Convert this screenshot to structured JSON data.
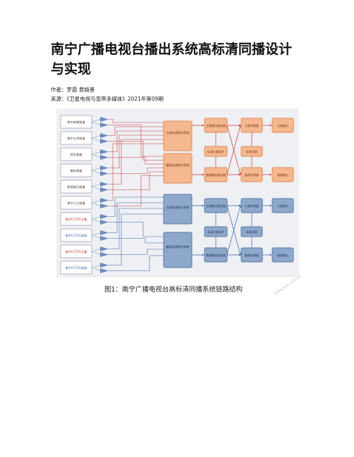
{
  "article": {
    "title": "南宁广播电视台播出系统高标清同播设计与实现",
    "author_line": "作者：罗晨 黄婧善",
    "source_line": "来源：《卫星电视与宽带多媒体》2021年第09期"
  },
  "figure": {
    "caption": "图1：南宁广播电视台高标清同播系统链路结构",
    "watermark": "www.zixin.com.cn",
    "sources": [
      {
        "label": "南宁新闻频道",
        "color": "#333333"
      },
      {
        "label": "南宁公共频道",
        "color": "#333333"
      },
      {
        "label": "综艺频道",
        "color": "#333333"
      },
      {
        "label": "都市频道",
        "color": "#333333"
      },
      {
        "label": "影视娱乐频道",
        "color": "#333333"
      },
      {
        "label": "南宁少儿频道",
        "color": "#333333"
      },
      {
        "label": "南宁CCTV1主备",
        "color": "#cc2222"
      },
      {
        "label": "南宁CCTV1高清",
        "color": "#3355aa"
      },
      {
        "label": "南宁CCTV1主备",
        "color": "#cc2222"
      },
      {
        "label": "南宁CCTV1高清",
        "color": "#3355aa"
      }
    ],
    "routers": {
      "sd_main": "主路标清矩阵系统",
      "sd_backup": "备路标清矩阵系统",
      "hd_main": "主路高清矩阵系统",
      "hd_backup": "备路高清矩阵系统"
    },
    "sd_chain": {
      "main_server": "主路播出服务器",
      "backup_server": "备路播出服务器",
      "switch_main": "主路切换器",
      "switch_backup": "备路切换器",
      "mid_left": "标清主备同步",
      "mid_right": "标清切换",
      "out_main": "主路输出",
      "out_backup": "备路输出"
    },
    "hd_chain": {
      "main_server": "主路播出服务器",
      "backup_server": "备路播出服务器",
      "switch_main": "主路切换器",
      "switch_backup": "备路切换器",
      "mid_left": "高清主备同步",
      "mid_right": "高清切换",
      "out_main": "主路输出",
      "out_backup": "备路输出"
    },
    "colors": {
      "orange_fill": "#f6b88e",
      "orange_stroke": "#dd8a55",
      "blue_fill": "#8ea8cc",
      "blue_stroke": "#5a7aa8",
      "source_fill": "#ffffff",
      "source_stroke": "#8a8aa0",
      "amp_fill": "#6b8cbf",
      "red_line": "#c8343d",
      "blue_line": "#3d5fa8",
      "teal_line": "#5f9fb3",
      "panel_bg": "#eef0f3"
    }
  }
}
